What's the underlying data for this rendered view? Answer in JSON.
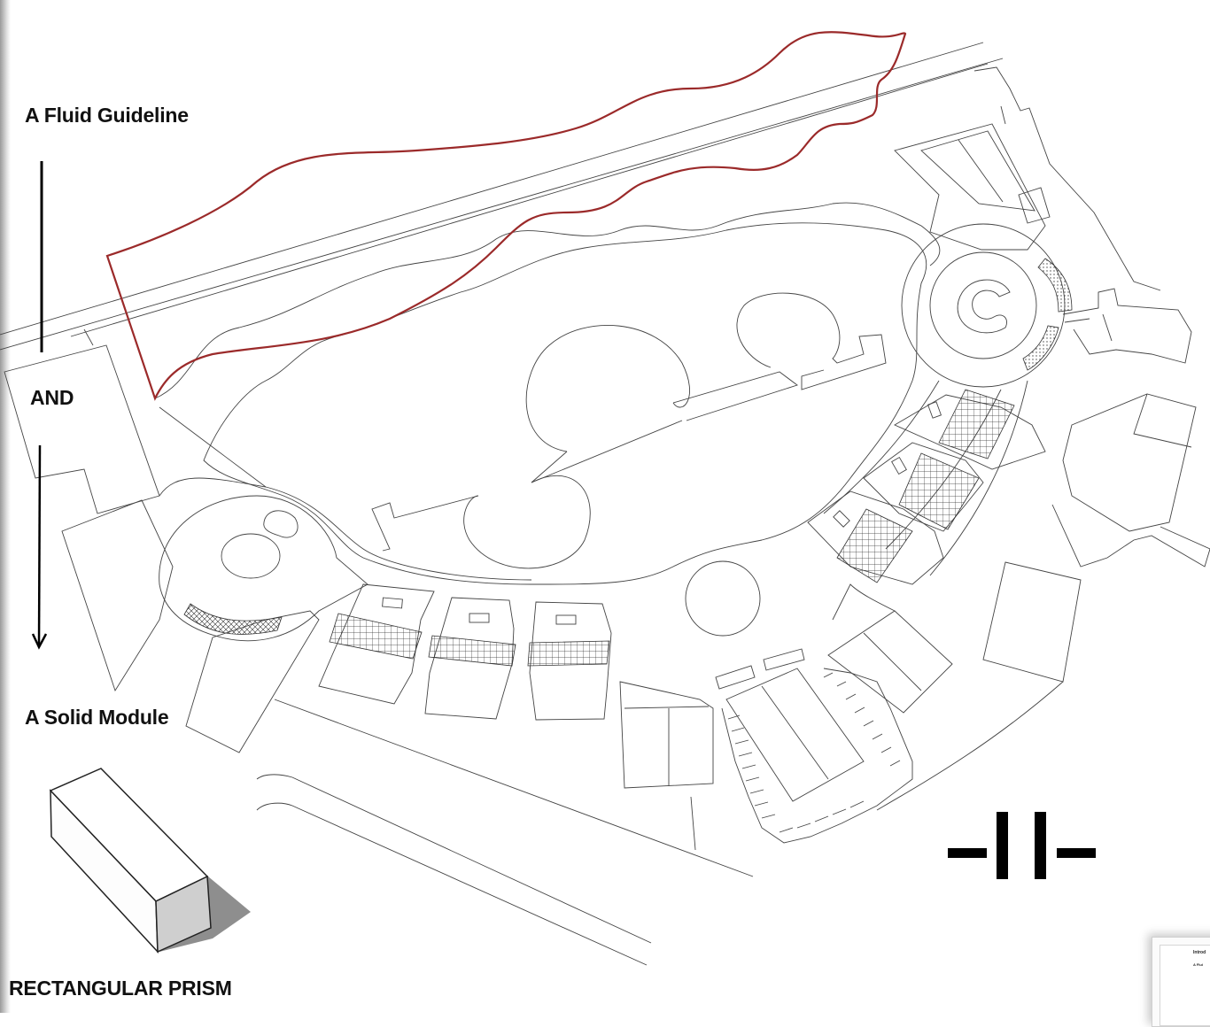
{
  "labels": {
    "fluid_guideline": "A Fluid Guideline",
    "and": "AND",
    "solid_module": "A Solid Module",
    "shape_name": "RECTANGULAR PRISM"
  },
  "thumbnail": {
    "title": "Introd",
    "subtitle": "A Flui"
  },
  "colors": {
    "guideline_stroke": "#9b2a2a",
    "line": "#444444",
    "prism_shadow": "#777777"
  },
  "icons": [
    "arrow-down-icon",
    "rectangular-prism-icon",
    "composition-symbol-icon"
  ]
}
